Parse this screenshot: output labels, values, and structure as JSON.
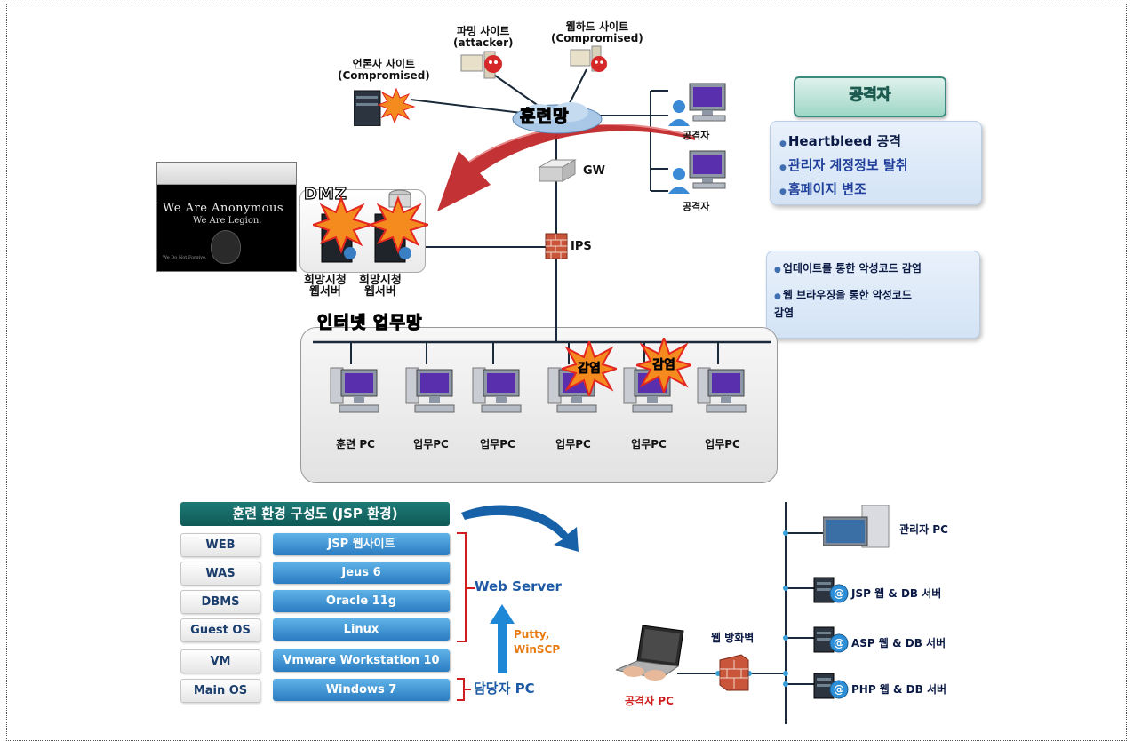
{
  "network": {
    "title": "훈련망",
    "gw_label": "GW",
    "ips_label": "IPS",
    "dmz_label": "DMZ",
    "internal_net_title": "인터넷 업무망"
  },
  "sites": {
    "news": {
      "name": "언론사 사이트",
      "sub": "(Compromised)"
    },
    "phishing": {
      "name": "파밍 사이트",
      "sub": "(attacker)"
    },
    "webhard": {
      "name": "웹하드 사이트",
      "sub": "(Compromised)"
    }
  },
  "attackers": [
    {
      "label": "공격자"
    },
    {
      "label": "공격자"
    }
  ],
  "attacker_box": {
    "title": "공격자",
    "items": [
      "Heartbleed 공격",
      "관리자 계정정보 탈취",
      "홈페이지 변조"
    ]
  },
  "infection_box": {
    "items": [
      "업데이트를 통한 악성코드 감염",
      "웹 브라우징을 통한 악성코드\n감염"
    ]
  },
  "webservers": [
    {
      "label": "희망시청\n웹서버"
    },
    {
      "label": "희망시청\n웹서버"
    }
  ],
  "defaced_page": {
    "headline": "We Are Anonymous",
    "sub": "We Are Legion.",
    "footer": "We Do Not Forgive."
  },
  "pcs": [
    {
      "label": "훈련 PC",
      "infected": false
    },
    {
      "label": "업무PC",
      "infected": false
    },
    {
      "label": "업무PC",
      "infected": false
    },
    {
      "label": "업무PC",
      "infected": true
    },
    {
      "label": "업무PC",
      "infected": true
    },
    {
      "label": "업무PC",
      "infected": false
    }
  ],
  "infection_label": "감염",
  "env_table": {
    "title": "훈련 환경 구성도 (JSP 환경)",
    "rows": [
      {
        "layer": "WEB",
        "value": "JSP 웹사이트"
      },
      {
        "layer": "WAS",
        "value": "Jeus 6"
      },
      {
        "layer": "DBMS",
        "value": "Oracle 11g"
      },
      {
        "layer": "Guest OS",
        "value": "Linux"
      },
      {
        "layer": "VM",
        "value": "Vmware Workstation 10"
      },
      {
        "layer": "Main OS",
        "value": "Windows 7"
      }
    ],
    "web_server_label": "Web Server",
    "owner_pc_label": "담당자 PC",
    "transfer_tools": "Putty,\nWinSCP"
  },
  "lab": {
    "attacker_pc": "공격자 PC",
    "firewall": "웹 방화벽",
    "servers": [
      {
        "label": "관리자 PC"
      },
      {
        "label": "JSP 웹 & DB 서버"
      },
      {
        "label": "ASP 웹 & DB 서버"
      },
      {
        "label": "PHP 웹 & DB 서버"
      }
    ]
  },
  "colors": {
    "attack_arrow": "#c0282a",
    "table_header": "#156a66",
    "cell_blue": "#3b8fd0",
    "bracket": "#d01c1c",
    "up_arrow": "#1e88d6",
    "tool_text": "#e87b10",
    "attacker_pc_text": "#d01c1c",
    "network_line": "#1a2a3a"
  }
}
